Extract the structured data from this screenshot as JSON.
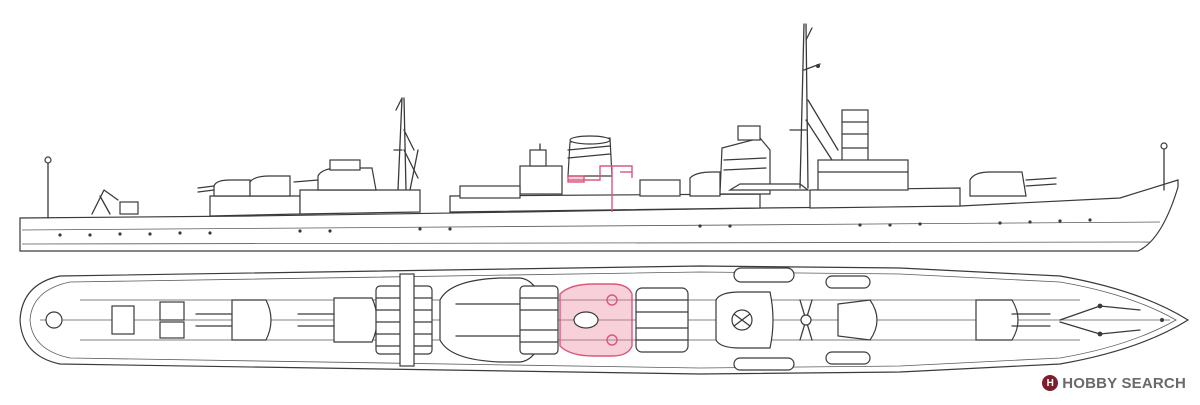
{
  "drawing": {
    "views": [
      "side-profile",
      "top-plan"
    ],
    "highlight_color": "#e8789a",
    "line_color": "#3a3a3a"
  },
  "logo": {
    "mark": "H",
    "text": "HOBBY SEARCH"
  }
}
